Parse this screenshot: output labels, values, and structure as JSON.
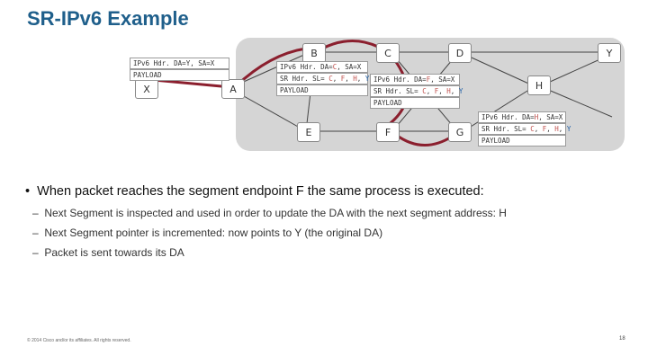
{
  "slide": {
    "title": "SR-IPv6 Example",
    "nodes": {
      "B": "B",
      "C": "C",
      "D": "D",
      "Y": "Y",
      "X": "X",
      "A": "A",
      "H": "H",
      "E": "E",
      "F": "F",
      "G": "G"
    },
    "packet_x": {
      "hdr": "IPv6 Hdr. DA=Y, SA=X",
      "payload": "PAYLOAD"
    },
    "packet_ab": {
      "hdr_prefix": "IPv6 Hdr. DA=",
      "hdr_da": "C",
      "hdr_suffix": ", SA=X",
      "sr_prefix": "SR Hdr. SL= ",
      "sr_c": "C",
      "sr_sep1": ", ",
      "sr_f": "F",
      "sr_sep2": ", ",
      "sr_h": "H",
      "sr_sep3": ", ",
      "sr_y": "Y",
      "payload": "PAYLOAD"
    },
    "packet_cd": {
      "hdr_prefix": "IPv6 Hdr. DA=",
      "hdr_da": "F",
      "hdr_suffix": ", SA=X",
      "sr_prefix": "SR Hdr. SL= ",
      "sr_c": "C",
      "sr_sep1": ", ",
      "sr_f": "F",
      "sr_sep2": ", ",
      "sr_h": "H",
      "sr_sep3": ", ",
      "sr_y": "Y",
      "payload": "PAYLOAD"
    },
    "packet_gh": {
      "hdr_prefix": "IPv6 Hdr. DA=",
      "hdr_da": "H",
      "hdr_suffix": ", SA=X",
      "sr_prefix": "SR Hdr. SL= ",
      "sr_c": "C",
      "sr_sep1": ", ",
      "sr_f": "F",
      "sr_sep2": ", ",
      "sr_h": "H",
      "sr_sep3": ", ",
      "sr_y": "Y",
      "payload": "PAYLOAD"
    },
    "bullet": "When packet reaches the segment endpoint F the same process is executed:",
    "sub_bullets": [
      "Next Segment is inspected and used in order to update the DA with the next segment address: H",
      "Next Segment pointer is incremented: now points to Y (the original DA)",
      "Packet is sent towards its DA"
    ],
    "footer": "© 2014 Cisco and/or its affiliates. All rights reserved.",
    "page_number": "18",
    "colors": {
      "title": "#1f5f8b",
      "path": "#8b1f2e",
      "highlight_red": "#c0504d",
      "highlight_blue": "#1f5fa8",
      "panel": "#d5d5d5"
    }
  }
}
